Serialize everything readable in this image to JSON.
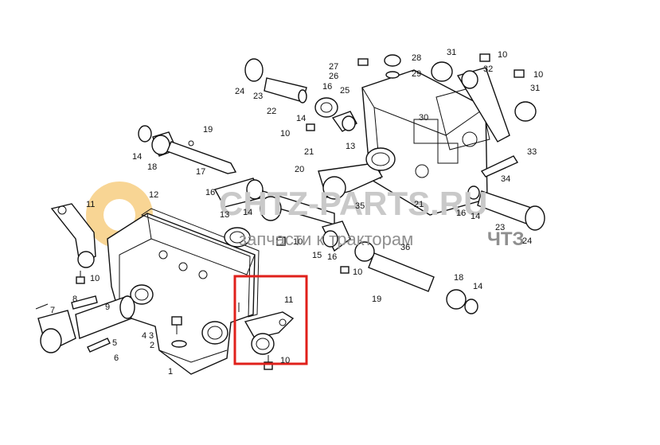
{
  "watermark": {
    "brand": "CHTZ-PARTS.RU",
    "tagline": "запчасти к тракторам",
    "mark": "ЧТЗ",
    "gear_color": "#f3b33d"
  },
  "highlight": {
    "color": "#e0201b",
    "parts": [
      "11",
      "10"
    ]
  },
  "callouts": [
    {
      "id": "c24a",
      "text": "24"
    },
    {
      "id": "c23a",
      "text": "23"
    },
    {
      "id": "c22",
      "text": "22"
    },
    {
      "id": "c14a",
      "text": "14"
    },
    {
      "id": "c10a",
      "text": "10"
    },
    {
      "id": "c27",
      "text": "27"
    },
    {
      "id": "c28",
      "text": "28"
    },
    {
      "id": "c29",
      "text": "29"
    },
    {
      "id": "c26",
      "text": "26"
    },
    {
      "id": "c16a",
      "text": "16"
    },
    {
      "id": "c25",
      "text": "25"
    },
    {
      "id": "c31a",
      "text": "31"
    },
    {
      "id": "c10b",
      "text": "10"
    },
    {
      "id": "c32",
      "text": "32"
    },
    {
      "id": "c10c",
      "text": "10"
    },
    {
      "id": "c31b",
      "text": "31"
    },
    {
      "id": "c30",
      "text": "30"
    },
    {
      "id": "c19a",
      "text": "19"
    },
    {
      "id": "c14b",
      "text": "14"
    },
    {
      "id": "c18a",
      "text": "18"
    },
    {
      "id": "c17",
      "text": "17"
    },
    {
      "id": "c21a",
      "text": "21"
    },
    {
      "id": "c13a",
      "text": "13"
    },
    {
      "id": "c33",
      "text": "33"
    },
    {
      "id": "c20",
      "text": "20"
    },
    {
      "id": "c34",
      "text": "34"
    },
    {
      "id": "c16b",
      "text": "16"
    },
    {
      "id": "c12",
      "text": "12"
    },
    {
      "id": "c11a",
      "text": "11"
    },
    {
      "id": "c13b",
      "text": "13"
    },
    {
      "id": "c14c",
      "text": "14"
    },
    {
      "id": "c35",
      "text": "35"
    },
    {
      "id": "c21b",
      "text": "21"
    },
    {
      "id": "c16c",
      "text": "16"
    },
    {
      "id": "c14d",
      "text": "14"
    },
    {
      "id": "c23b",
      "text": "23"
    },
    {
      "id": "c24b",
      "text": "24"
    },
    {
      "id": "c10d",
      "text": "10"
    },
    {
      "id": "c15",
      "text": "15"
    },
    {
      "id": "c16d",
      "text": "16"
    },
    {
      "id": "c36",
      "text": "36"
    },
    {
      "id": "c10e",
      "text": "10"
    },
    {
      "id": "c10f",
      "text": "10"
    },
    {
      "id": "c18b",
      "text": "18"
    },
    {
      "id": "c14e",
      "text": "14"
    },
    {
      "id": "c19b",
      "text": "19"
    },
    {
      "id": "c8",
      "text": "8"
    },
    {
      "id": "c9",
      "text": "9"
    },
    {
      "id": "c7",
      "text": "7"
    },
    {
      "id": "c11b",
      "text": "11"
    },
    {
      "id": "c4",
      "text": "4"
    },
    {
      "id": "c3",
      "text": "3"
    },
    {
      "id": "c2",
      "text": "2"
    },
    {
      "id": "c5",
      "text": "5"
    },
    {
      "id": "c6",
      "text": "6"
    },
    {
      "id": "c1",
      "text": "1"
    },
    {
      "id": "c10g",
      "text": "10"
    }
  ]
}
